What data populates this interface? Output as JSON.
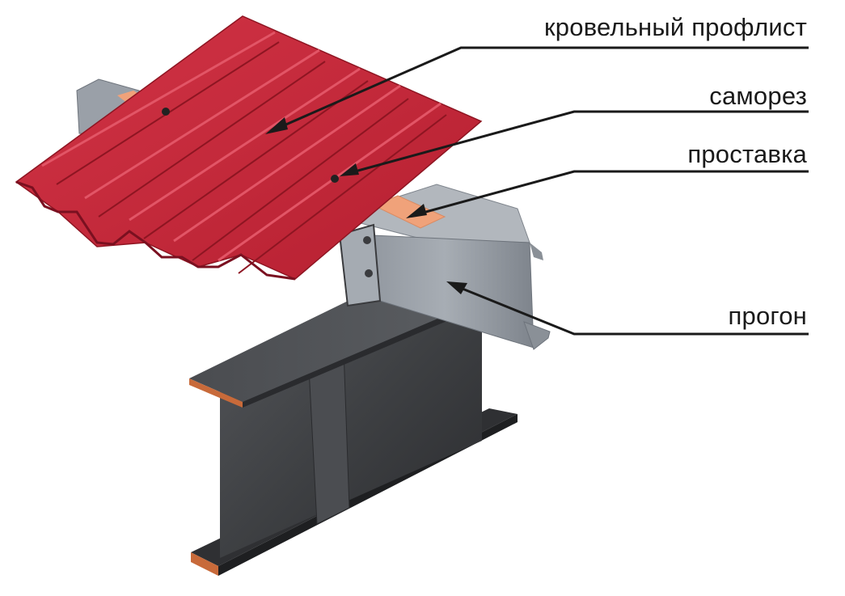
{
  "labels": {
    "roof_sheet": "кровельный профлист",
    "screw": "саморез",
    "spacer": "проставка",
    "purlin": "прогон"
  },
  "colors": {
    "roof_red": "#c8283a",
    "roof_dark": "#8e1522",
    "purlin_grey": "#9aa0a8",
    "beam_dark": "#3c3d40",
    "spacer_copper": "#f0a27a",
    "leader_line": "#1a1a1a"
  }
}
